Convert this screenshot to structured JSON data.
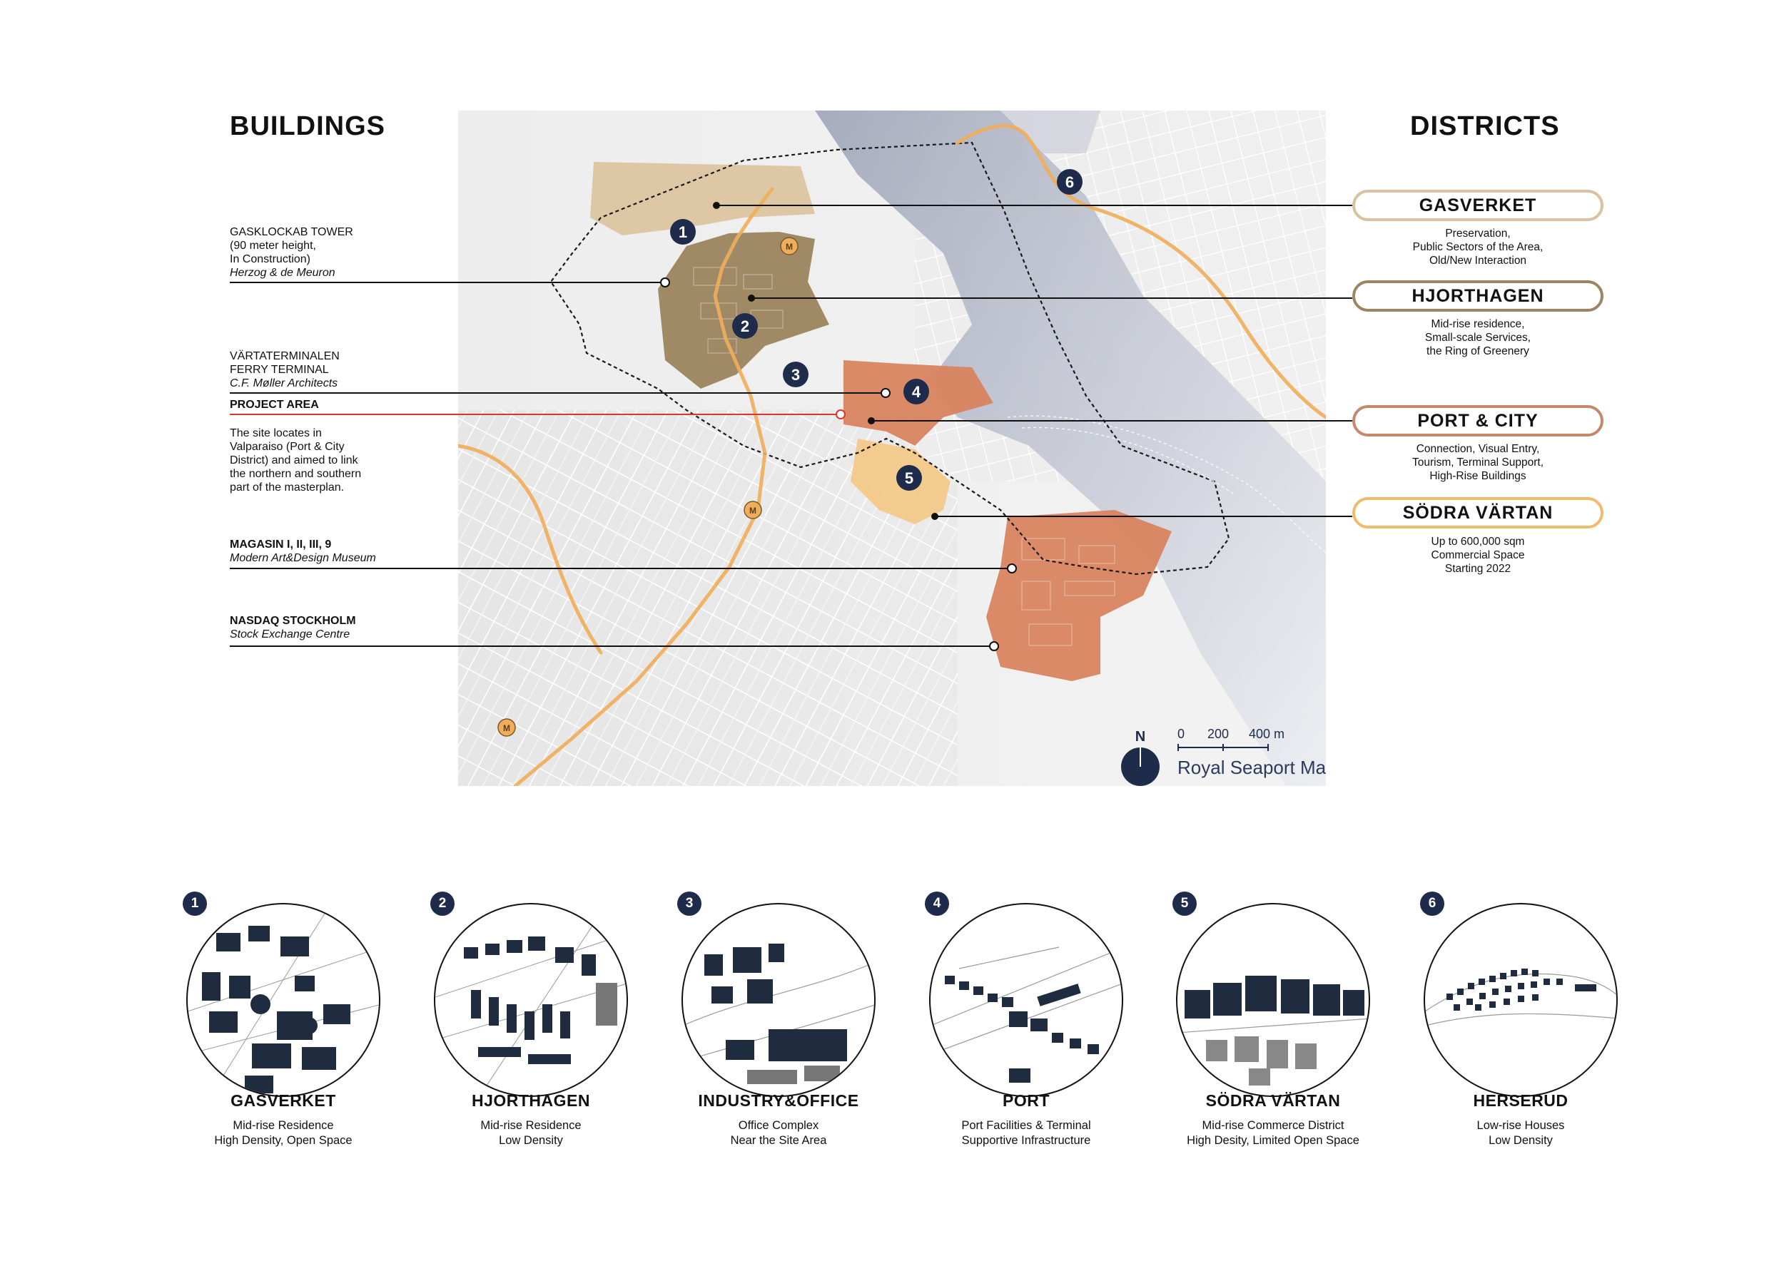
{
  "headings": {
    "buildings": "BUILDINGS",
    "districts": "DISTRICTS"
  },
  "buildings": [
    {
      "lines": [
        "GASKLOCKAB TOWER",
        "(90 meter height,",
        "In Construction)"
      ],
      "italic": "Herzog & de Meuron"
    },
    {
      "lines": [
        "VÄRTATERMINALEN",
        "FERRY TERMINAL"
      ],
      "italic": "C.F. Møller Architects"
    },
    {
      "title": "PROJECT AREA",
      "desc": [
        "The site locates in",
        "Valparaiso (Port & City",
        "District) and aimed to link",
        "the northern and southern",
        "part of the masterplan."
      ]
    },
    {
      "title": "MAGASIN I, II, III, 9",
      "italic": "Modern Art&Design Museum"
    },
    {
      "title": "NASDAQ STOCKHOLM",
      "italic": "Stock Exchange Centre"
    }
  ],
  "districts": [
    {
      "name": "GASVERKET",
      "color": "#d8c2a2",
      "desc": [
        "Preservation,",
        "Public Sectors of the Area,",
        "Old/New Interaction"
      ]
    },
    {
      "name": "HJORTHAGEN",
      "color": "#9c8563",
      "desc": [
        "Mid-rise residence,",
        "Small-scale Services,",
        "the Ring of Greenery"
      ]
    },
    {
      "name": "PORT & CITY",
      "color": "#c4896a",
      "desc": [
        "Connection, Visual Entry,",
        "Tourism, Terminal Support,",
        "High-Rise Buildings"
      ]
    },
    {
      "name": "SÖDRA VÄRTAN",
      "color": "#f1bb6e",
      "desc": [
        "Up to 600,000 sqm",
        "Commercial Space",
        "Starting 2022"
      ]
    }
  ],
  "map": {
    "numbers": [
      "1",
      "2",
      "3",
      "4",
      "5",
      "6"
    ],
    "metro": "M",
    "north": "N",
    "scale": [
      "0",
      "200",
      "400 m"
    ],
    "caption": "Royal Seaport Map",
    "colors": {
      "gasverket": "#dcc4a0",
      "hjorthagen": "#a08a66",
      "port": "#d9845f",
      "sodra": "#f4c98a",
      "water": "#b4b9c8",
      "route": "#f0ad5a",
      "badge": "#1f2b4a"
    }
  },
  "vignettes": [
    {
      "num": "1",
      "name": "GASVERKET",
      "desc": [
        "Mid-rise Residence",
        "High Density, Open Space"
      ]
    },
    {
      "num": "2",
      "name": "HJORTHAGEN",
      "desc": [
        "Mid-rise Residence",
        "Low Density"
      ]
    },
    {
      "num": "3",
      "name": "INDUSTRY&OFFICE",
      "desc": [
        "Office Complex",
        "Near the Site Area"
      ]
    },
    {
      "num": "4",
      "name": "PORT",
      "desc": [
        "Port Facilities & Terminal",
        "Supportive Infrastructure"
      ]
    },
    {
      "num": "5",
      "name": "SÖDRA VÄRTAN",
      "desc": [
        "Mid-rise Commerce District",
        "High Desity, Limited Open Space"
      ]
    },
    {
      "num": "6",
      "name": "HERSERUD",
      "desc": [
        "Low-rise Houses",
        "Low Density"
      ]
    }
  ]
}
